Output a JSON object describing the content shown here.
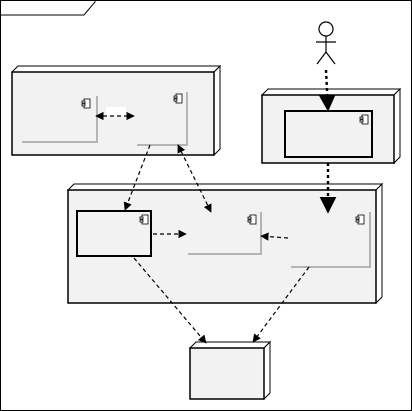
{
  "diagram": {
    "type": "uml-deployment-diagram",
    "frame": {
      "label": ""
    },
    "nodes": [
      {
        "id": "node-top-left",
        "label": ""
      },
      {
        "id": "node-top-right",
        "label": ""
      },
      {
        "id": "node-middle",
        "label": ""
      },
      {
        "id": "node-bottom",
        "label": ""
      }
    ],
    "components": [
      {
        "id": "comp-a",
        "node": "node-top-left",
        "label": ""
      },
      {
        "id": "comp-b",
        "node": "node-top-left",
        "label": ""
      },
      {
        "id": "comp-c",
        "node": "node-top-right",
        "label": ""
      },
      {
        "id": "comp-d",
        "node": "node-middle",
        "label": ""
      },
      {
        "id": "comp-e",
        "node": "node-middle",
        "label": ""
      },
      {
        "id": "comp-f",
        "node": "node-middle",
        "label": ""
      }
    ],
    "actors": [
      {
        "id": "actor-user",
        "label": ""
      }
    ],
    "dependencies": [
      {
        "from": "comp-a",
        "to": "comp-b",
        "style": "bidirectional"
      },
      {
        "from": "comp-a",
        "to": "comp-d",
        "style": "dashed-arrow"
      },
      {
        "from": "comp-b",
        "to": "comp-e",
        "style": "dashed-arrow"
      },
      {
        "from": "actor-user",
        "to": "comp-c",
        "style": "dashed-arrow"
      },
      {
        "from": "comp-c",
        "to": "comp-f",
        "style": "dashed-arrow"
      },
      {
        "from": "comp-d",
        "to": "comp-e",
        "style": "dashed-arrow"
      },
      {
        "from": "comp-f",
        "to": "comp-e",
        "style": "dashed-arrow"
      },
      {
        "from": "comp-d",
        "to": "node-bottom",
        "style": "dashed-arrow"
      },
      {
        "from": "comp-f",
        "to": "node-bottom",
        "style": "dashed-arrow"
      }
    ],
    "icons": {
      "component": "component-icon",
      "actor": "stick-figure-icon"
    },
    "colors": {
      "node_fill": "#f2f2f2",
      "component_border": "#000000",
      "component_shadow": "#b4b4b4",
      "line": "#000000"
    }
  }
}
